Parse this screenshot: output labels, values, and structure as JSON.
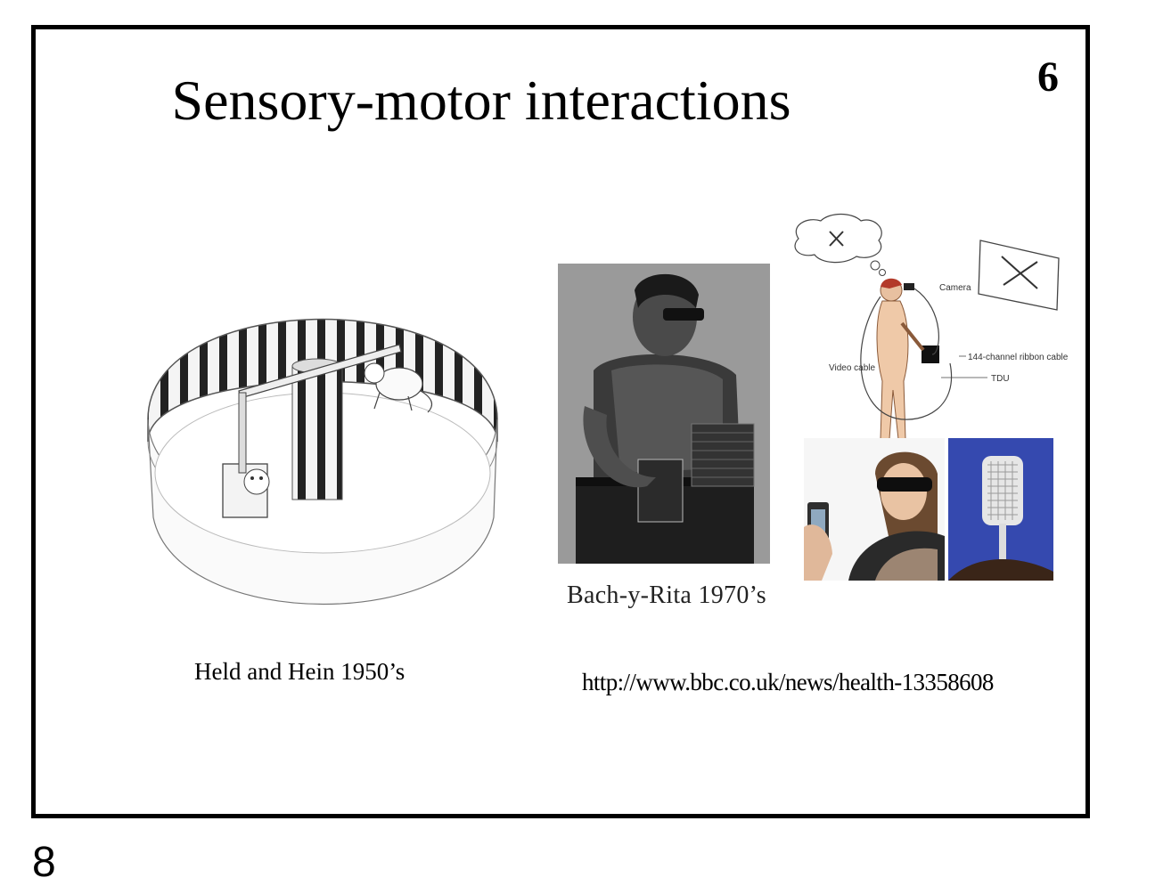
{
  "slide": {
    "title": "Sensory-motor interactions",
    "number": "6"
  },
  "figures": {
    "held_hein": {
      "caption": "Held and Hein 1950’s",
      "icon": "carousel-apparatus-illustration"
    },
    "bach_y_rita": {
      "caption": "Bach-y-Rita 1970’s",
      "icon": "man-with-tactile-device-photo"
    },
    "tdu_diagram": {
      "labels": {
        "camera": "Camera",
        "video_cable": "Video cable",
        "ribbon_cable": "144-channel ribbon cable",
        "tdu": "TDU"
      },
      "icon": "sensory-substitution-diagram"
    },
    "brainport": {
      "icon": "woman-with-tongue-display-photo"
    },
    "url": "http://www.bbc.co.uk/news/health-13358608"
  },
  "page_footer_number": "8"
}
